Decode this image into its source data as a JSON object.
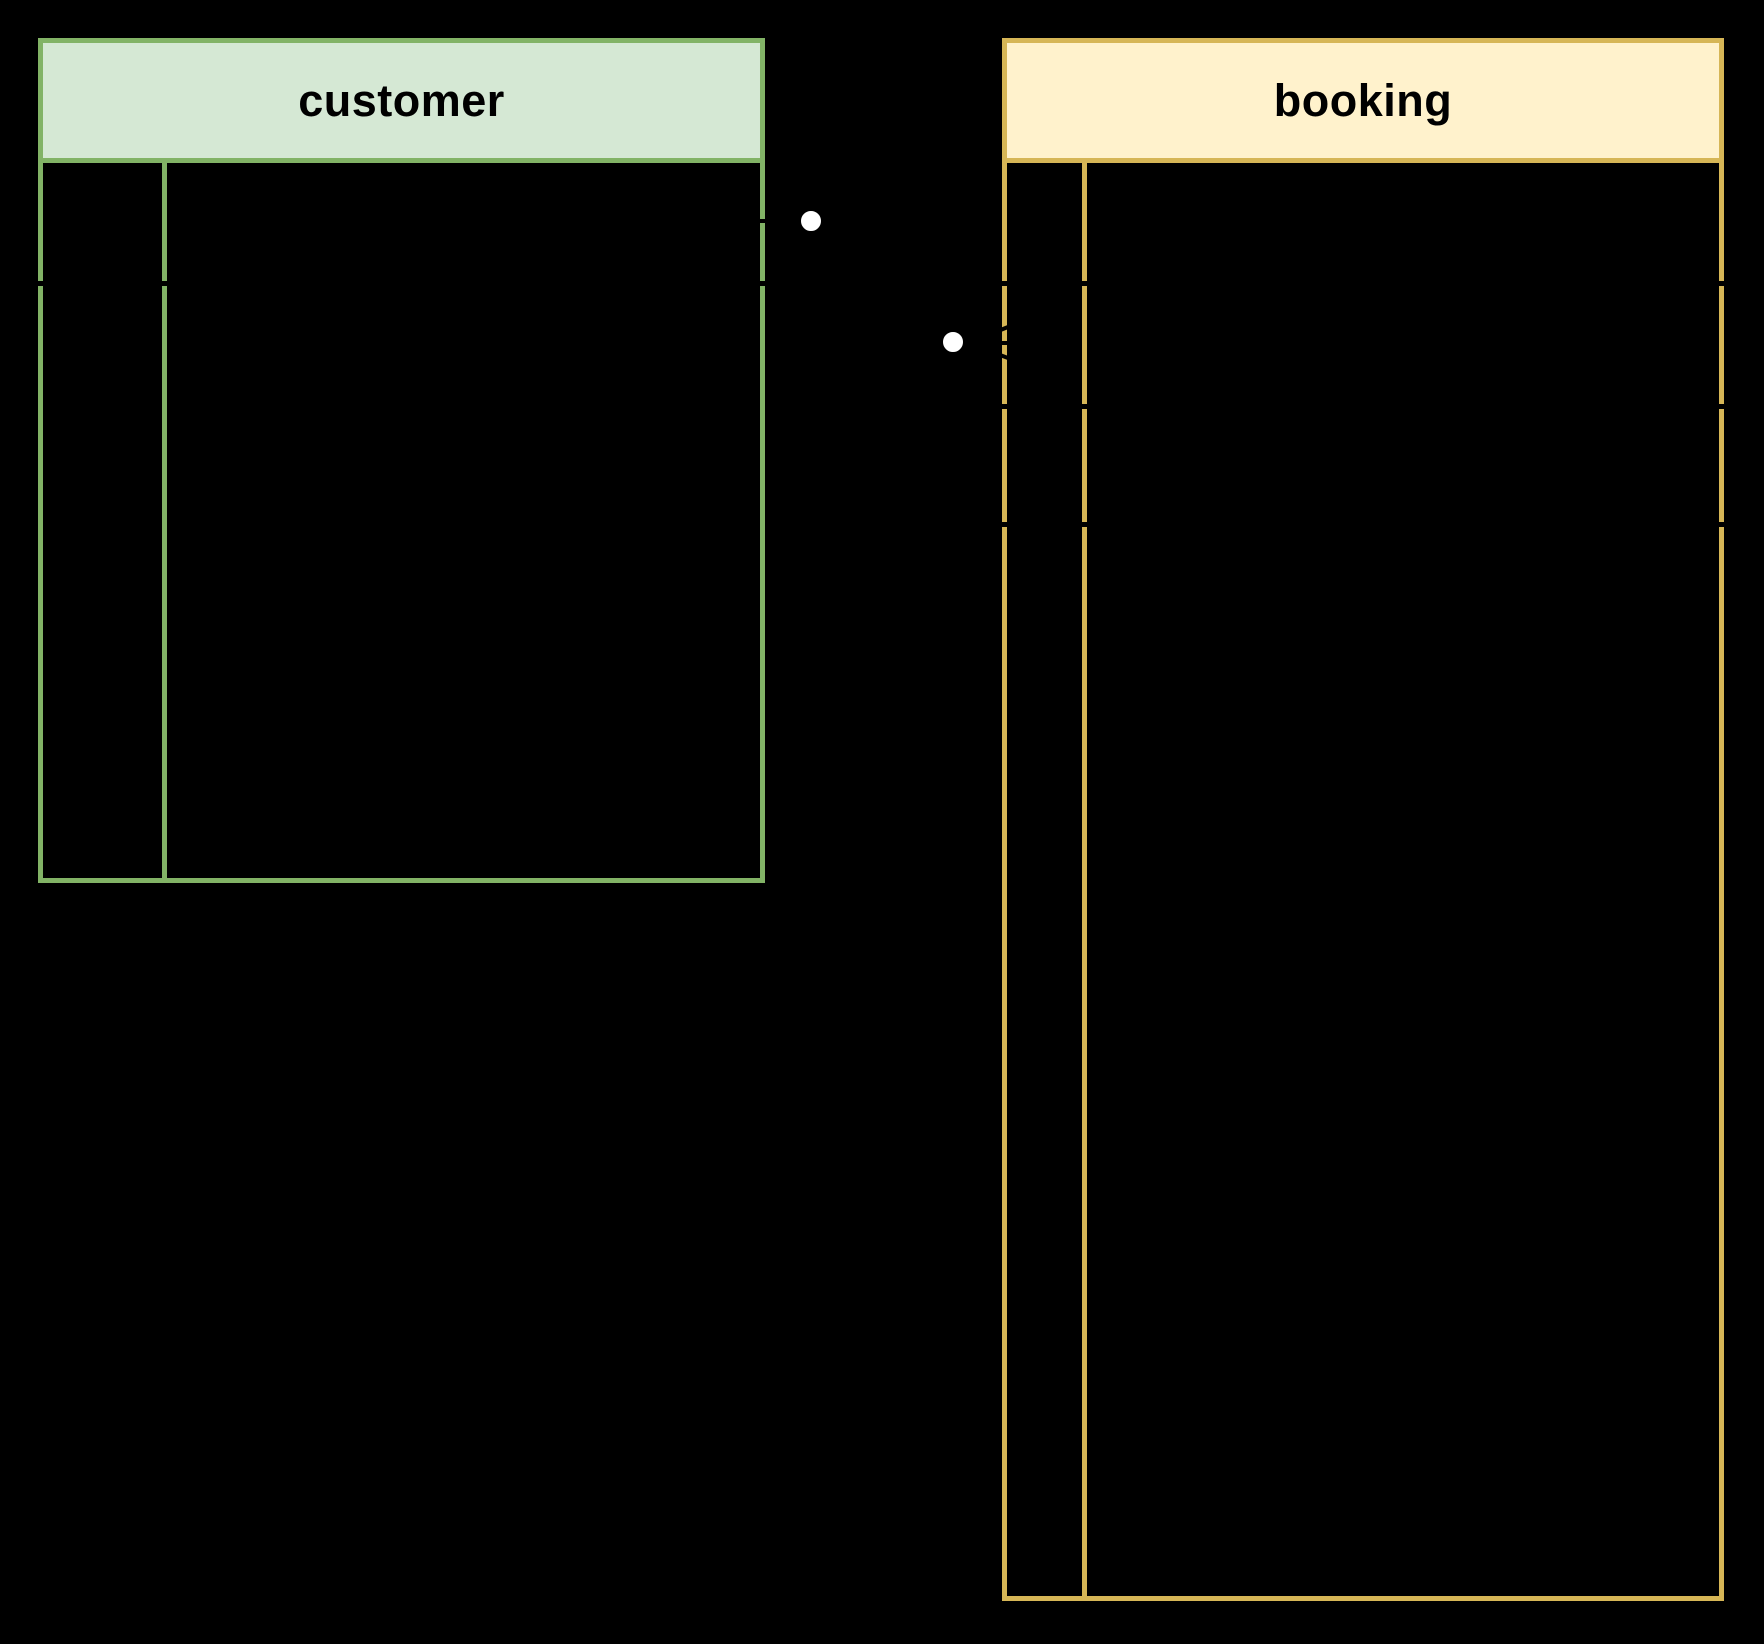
{
  "diagram": {
    "kind": "er-diagram",
    "background_color": "#000000",
    "entities": {
      "customer": {
        "title": "customer",
        "header_fill": "#d5e8d4",
        "border_color": "#82b366",
        "title_color": "#000000",
        "column_count": 2,
        "visible_row_separators": 1
      },
      "booking": {
        "title": "booking",
        "header_fill": "#fff2cc",
        "border_color": "#d6b656",
        "title_color": "#000000",
        "column_count": 2,
        "visible_row_separators": 3
      }
    },
    "relationship": {
      "from_entity": "customer",
      "to_entity": "booking",
      "line_color": "#000000",
      "marker_fill": "#ffffff",
      "customer_side_marker": "zero-circle",
      "booking_side_marker": "zero-or-many-crow-foot"
    }
  }
}
